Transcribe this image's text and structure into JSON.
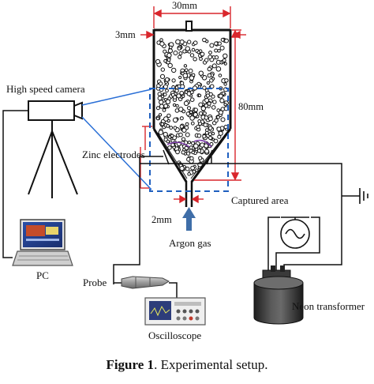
{
  "labels": {
    "width_30mm": "30mm",
    "wall_3mm": "3mm",
    "height_80mm": "80mm",
    "high_speed_camera": "High speed camera",
    "zinc_electrodes": "Zinc electrodes",
    "captured_area": "Captured area",
    "gap_2mm": "2mm",
    "argon_gas": "Argon gas",
    "pc": "PC",
    "probe": "Probe",
    "oscilloscope": "Oscilloscope",
    "neon_transformer": "Neon transformer"
  },
  "caption": {
    "label": "Figure 1",
    "text": ". Experimental setup."
  },
  "colors": {
    "dimension": "#d9262c",
    "captured_box": "#1f5fbf",
    "camera_ray": "#2a6fd6",
    "arrow": "#3f6ea8",
    "discharge": "#7a3aa8",
    "cylinder": "#3a3a3a"
  },
  "icons": [
    "camera-icon",
    "tripod-icon",
    "laptop-icon",
    "oscilloscope-icon",
    "probe-icon",
    "ac-source-icon",
    "ground-icon",
    "transformer-icon"
  ]
}
